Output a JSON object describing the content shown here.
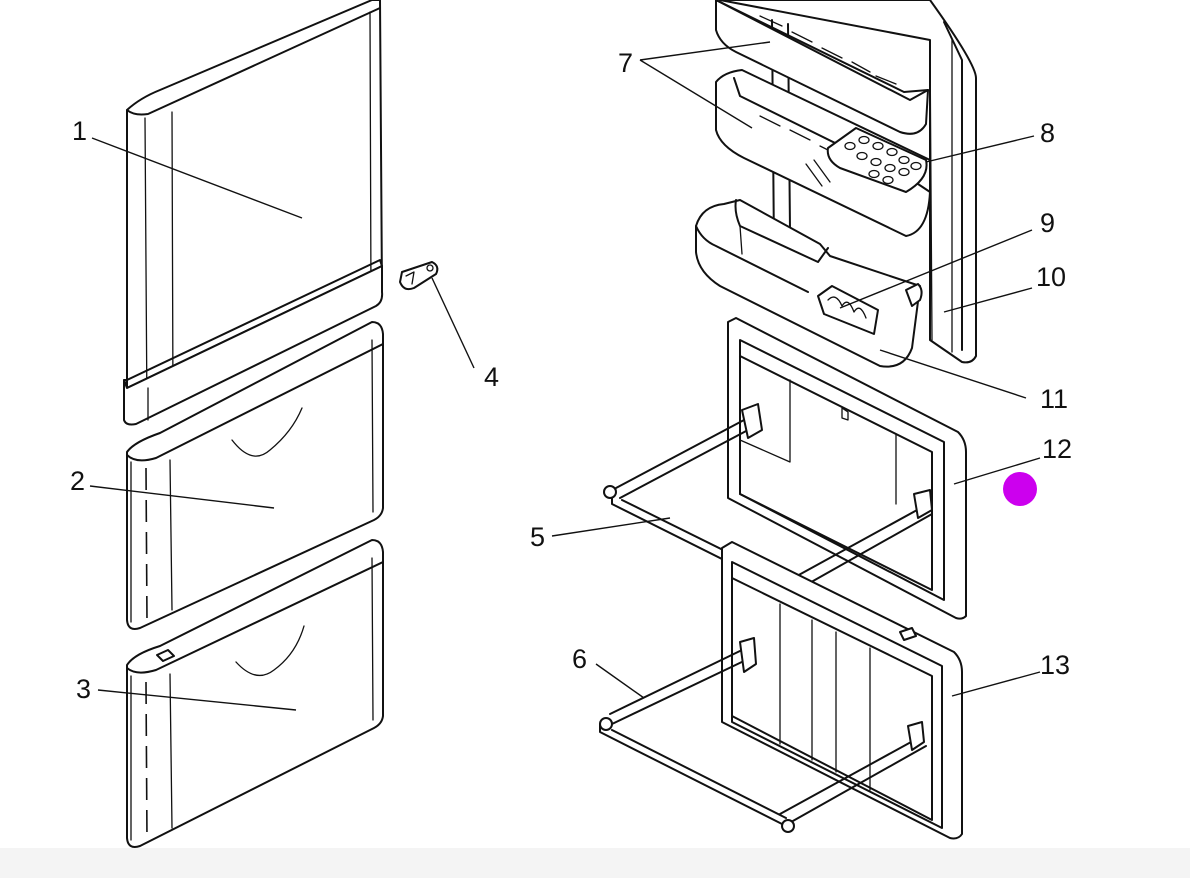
{
  "diagram": {
    "callouts": [
      "1",
      "2",
      "3",
      "4",
      "5",
      "6",
      "7",
      "8",
      "9",
      "10",
      "11",
      "12",
      "13"
    ]
  },
  "marker": {
    "color": "#cc00ee"
  },
  "colors": {
    "line": "#111111",
    "background": "#ffffff",
    "strip": "#f4f4f4"
  }
}
